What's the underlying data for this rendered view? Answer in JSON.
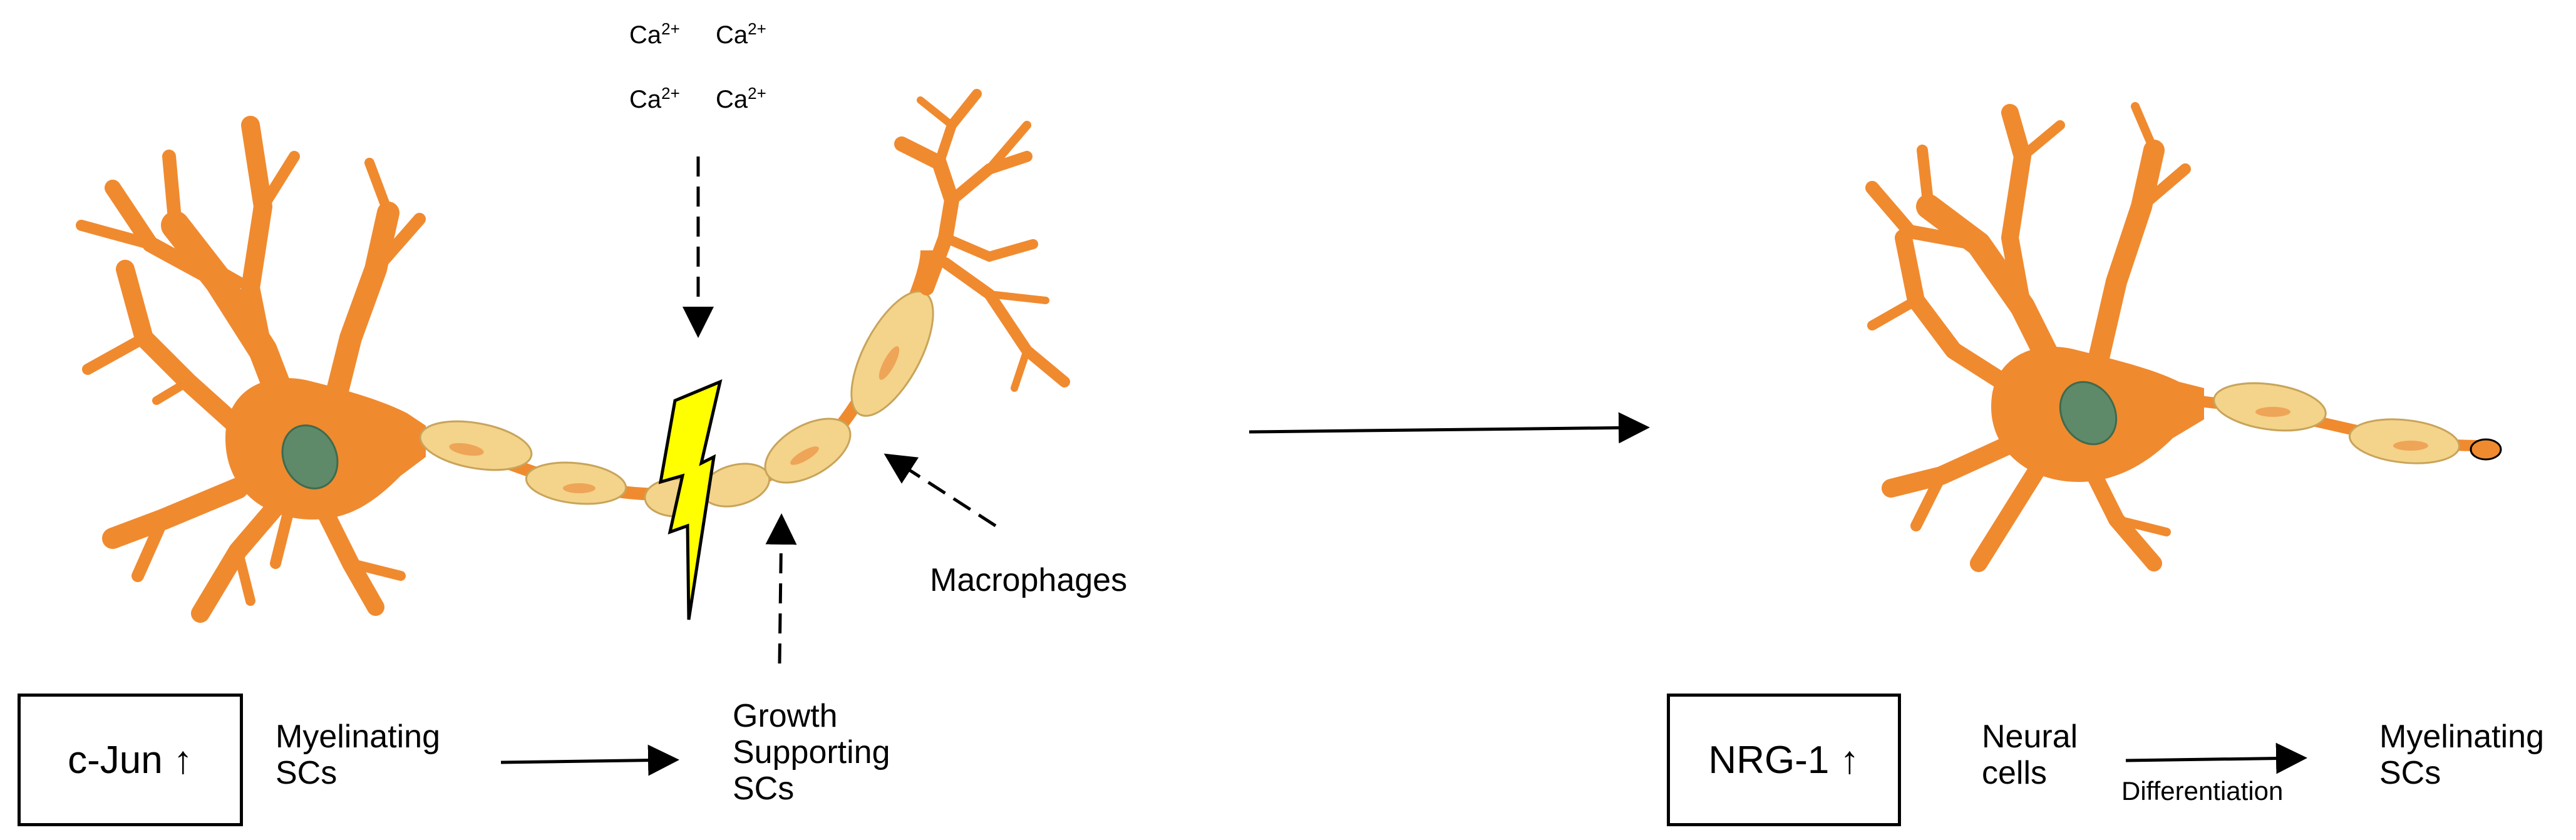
{
  "calcium": {
    "ion": "Ca",
    "charge": "2+"
  },
  "labels": {
    "macrophages": "Macrophages",
    "growth_supporting_line1": "Growth",
    "growth_supporting_line2": "Supporting",
    "growth_supporting_line3": "SCs",
    "myelinating_left_line1": "Myelinating",
    "myelinating_left_line2": "SCs",
    "neural_line1": "Neural",
    "neural_line2": "cells",
    "differentiation": "Differentiation",
    "myelinating_right_line1": "Myelinating",
    "myelinating_right_line2": "SCs"
  },
  "boxes": {
    "cjun": "c-Jun ↑",
    "nrg1": "NRG-1 ↑"
  },
  "colors": {
    "neuron": "#f08a2f",
    "neuron_outline": "#d2691e",
    "nucleus": "#5e8a6a",
    "myelin": "#f4d38a",
    "myelin_outline": "#c8a45a",
    "myelin_nucleus": "#ec9a4a",
    "lightning": "#ffff00",
    "lightning_outline": "#000000"
  },
  "icons": {
    "injury": "lightning-bolt-icon"
  }
}
